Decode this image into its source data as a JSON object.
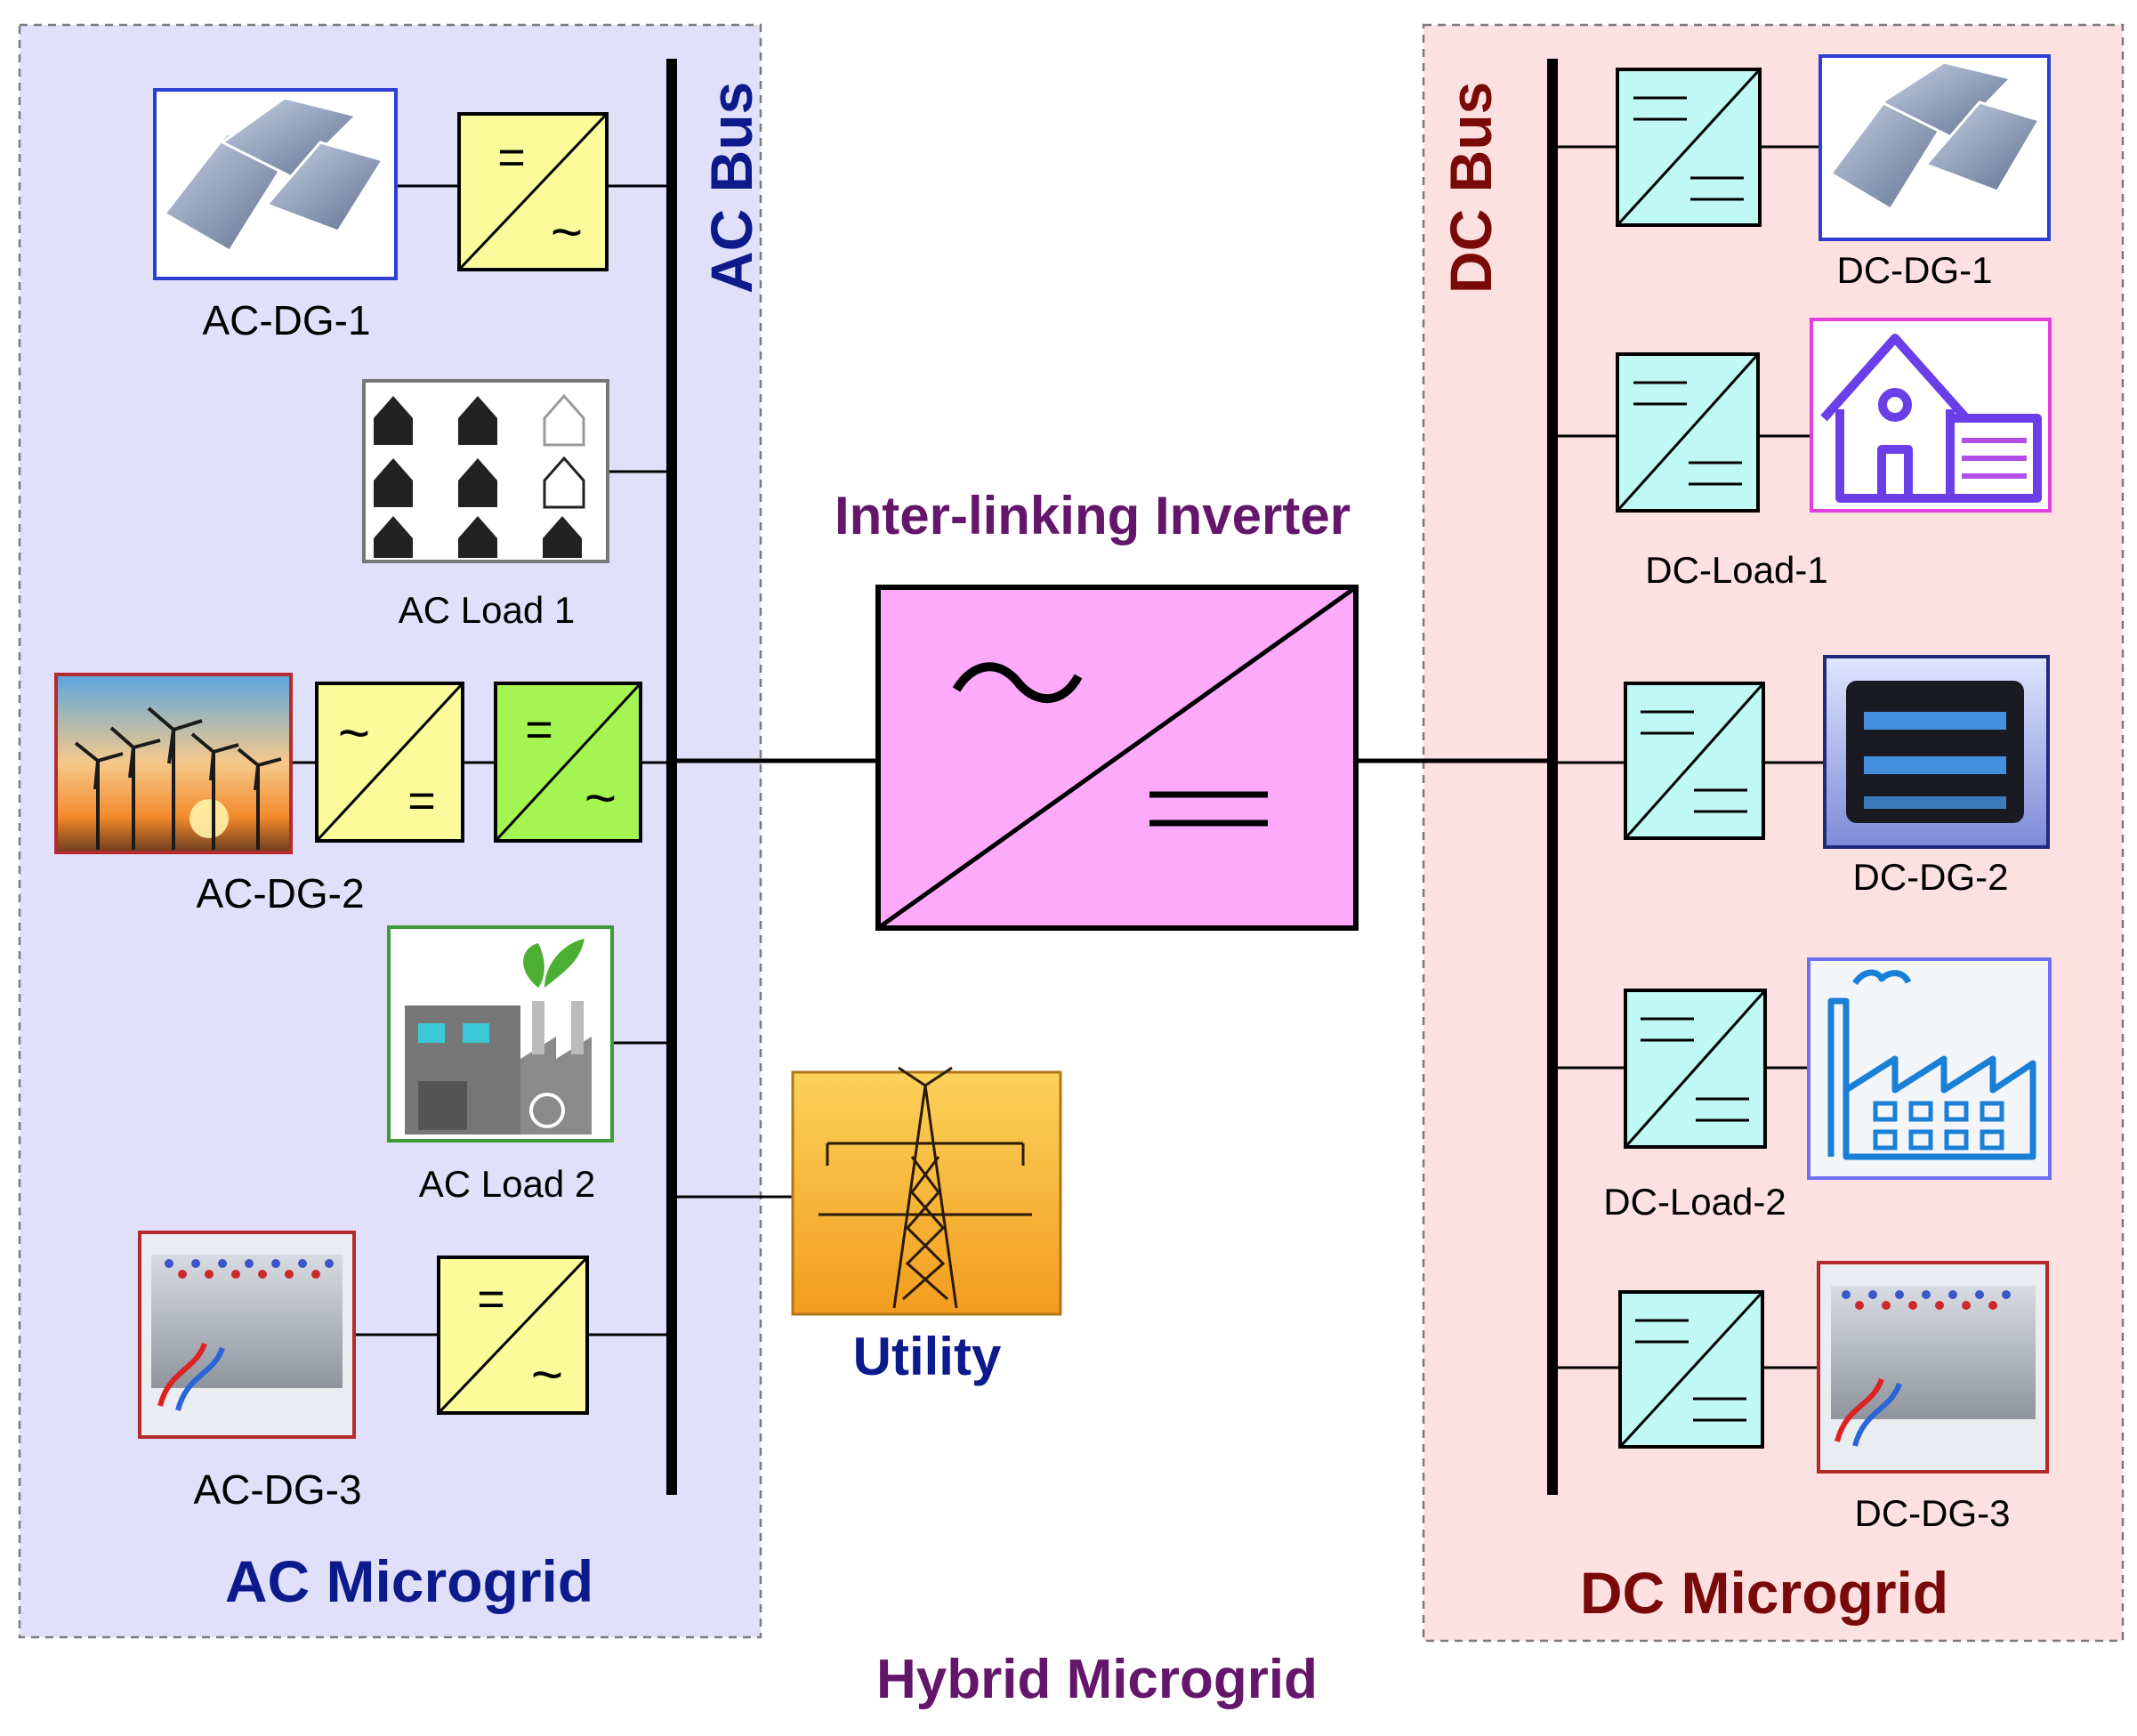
{
  "title": "Hybrid Microgrid",
  "ac": {
    "region_label": "AC Microgrid",
    "bus_label": "AC Bus",
    "dg1": "AC-DG-1",
    "load1": "AC Load 1",
    "dg2": "AC-DG-2",
    "load2": "AC Load 2",
    "dg3": "AC-DG-3"
  },
  "dc": {
    "region_label": "DC Microgrid",
    "bus_label": "DC Bus",
    "dg1": "DC-DG-1",
    "load1": "DC-Load-1",
    "dg2": "DC-DG-2",
    "load2": "DC-Load-2",
    "dg3": "DC-DG-3"
  },
  "inverter_label": "Inter-linking Inverter",
  "utility_label": "Utility",
  "symbols": {
    "ac": "~",
    "dc": "="
  },
  "colors": {
    "ac_region_fill": "#e1e0fb",
    "dc_region_fill": "#fde0e0",
    "ac_text": "#0c1a8c",
    "dc_text": "#7a0a0a",
    "title_text": "#64166a",
    "converter_yellow": "#fbfb9c",
    "converter_green": "#a4f552",
    "converter_cyan": "#bff8f5",
    "inverter_fill": "#fdaafb"
  }
}
